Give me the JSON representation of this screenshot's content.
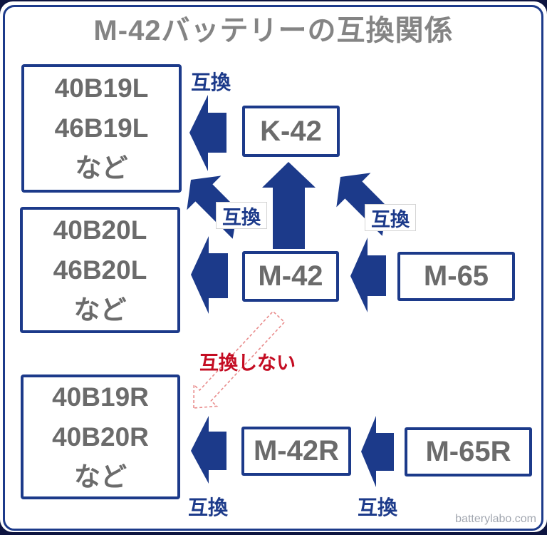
{
  "title": "M-42バッテリーの互換関係",
  "colors": {
    "page_bg": "#0d1440",
    "card_bg": "#ffffff",
    "navy": "#1c3a8a",
    "title_gray": "#848484",
    "text_gray": "#6b6b6b",
    "red": "#c40c22",
    "red_light": "#e98c8c",
    "label_border": "#d4d4d4",
    "watermark": "#a2a7b0"
  },
  "boxes": {
    "group_b19l": {
      "lines": [
        "40B19L",
        "46B19L",
        "など"
      ]
    },
    "group_b20l": {
      "lines": [
        "40B20L",
        "46B20L",
        "など"
      ]
    },
    "group_r": {
      "lines": [
        "40B19R",
        "40B20R",
        "など"
      ]
    },
    "k42": {
      "label": "K-42"
    },
    "m42": {
      "label": "M-42"
    },
    "m65": {
      "label": "M-65"
    },
    "m42r": {
      "label": "M-42R"
    },
    "m65r": {
      "label": "M-65R"
    }
  },
  "labels": {
    "compat": "互換",
    "not_compat": "互換しない",
    "watermark": "batterylabo.com"
  },
  "relations": [
    {
      "from": "K-42",
      "to": "40B19L/46B19L など",
      "type": "互換"
    },
    {
      "from": "M-42",
      "to": "K-42",
      "type": "互換"
    },
    {
      "from": "M-42",
      "to": "40B19L/46B19L など",
      "type": "互換"
    },
    {
      "from": "M-65",
      "to": "K-42",
      "type": "互換"
    },
    {
      "from": "M-42",
      "to": "40B20L/46B20L など",
      "type": "互換"
    },
    {
      "from": "M-65",
      "to": "M-42",
      "type": "互換"
    },
    {
      "from": "M-42",
      "to": "40B19R/40B20R など",
      "type": "互換しない"
    },
    {
      "from": "M-42R",
      "to": "40B19R/40B20R など",
      "type": "互換"
    },
    {
      "from": "M-65R",
      "to": "M-42R",
      "type": "互換"
    }
  ]
}
